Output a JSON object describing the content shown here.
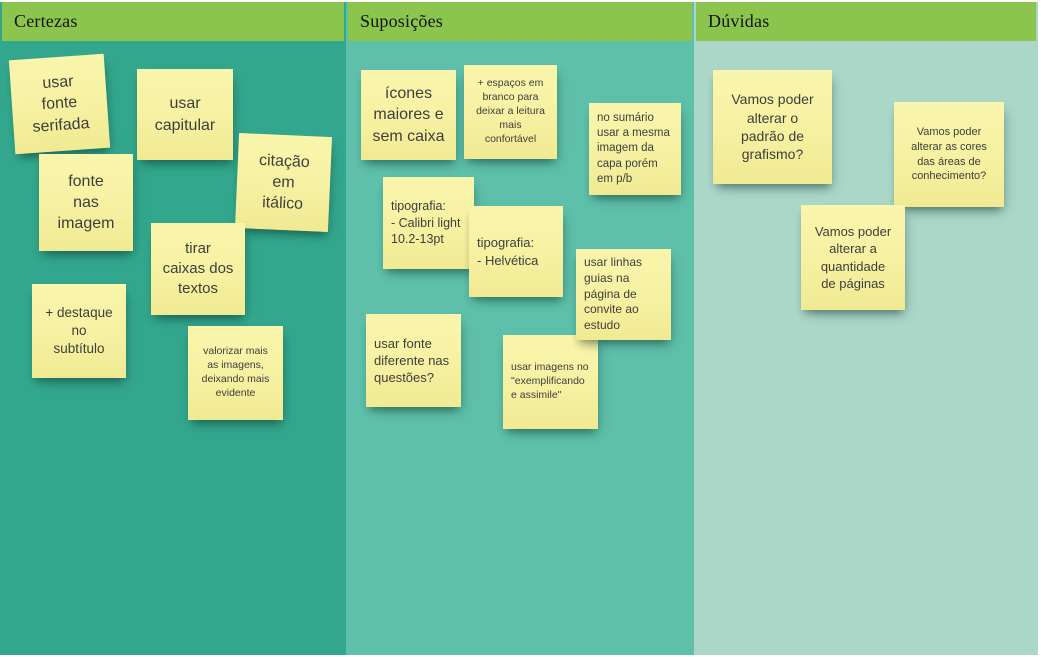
{
  "board": {
    "columns": [
      {
        "title": "Certezas",
        "notes": [
          {
            "text": "usar\nfonte\nserifada"
          },
          {
            "text": "usar\ncapitular"
          },
          {
            "text": "citação\nem\nitálico"
          },
          {
            "text": "fonte\nnas\nimagem"
          },
          {
            "text": "tirar\ncaixas dos\ntextos"
          },
          {
            "text": "+ destaque\nno\nsubtítulo"
          },
          {
            "text": "valorizar mais\nas imagens,\ndeixando mais\nevidente"
          }
        ]
      },
      {
        "title": "Suposições",
        "notes": [
          {
            "text": "ícones\nmaiores e\nsem caixa"
          },
          {
            "text": "+ espaços em\nbranco para\ndeixar a leitura\nmais\nconfortável"
          },
          {
            "text": "no sumário\nusar a mesma\nimagem da\ncapa porém\nem p/b"
          },
          {
            "text": "tipografia:\n- Calibri light\n10.2-13pt"
          },
          {
            "text": "tipografia:\n- Helvética"
          },
          {
            "text": "usar linhas\nguias na\npágina de\nconvite ao\nestudo"
          },
          {
            "text": "usar fonte\ndiferente nas\nquestões?"
          },
          {
            "text": "usar imagens no\n\"exemplificando\ne assimile\""
          }
        ]
      },
      {
        "title": "Dúvidas",
        "notes": [
          {
            "text": "Vamos poder\nalterar o\npadrão de\ngrafismo?"
          },
          {
            "text": "Vamos poder\nalterar as cores\ndas áreas de\nconhecimento?"
          },
          {
            "text": "Vamos poder\nalterar a\nquantidade\nde páginas"
          }
        ]
      }
    ]
  },
  "colors": {
    "header_green": "#8cc54e",
    "certezas_bg": "#33a78d",
    "suposicoes_bg": "#5ec0aa",
    "duvidas_bg": "#abd7c9",
    "note_yellow": "#f6f1a1",
    "note_text": "#3e3e3e"
  }
}
